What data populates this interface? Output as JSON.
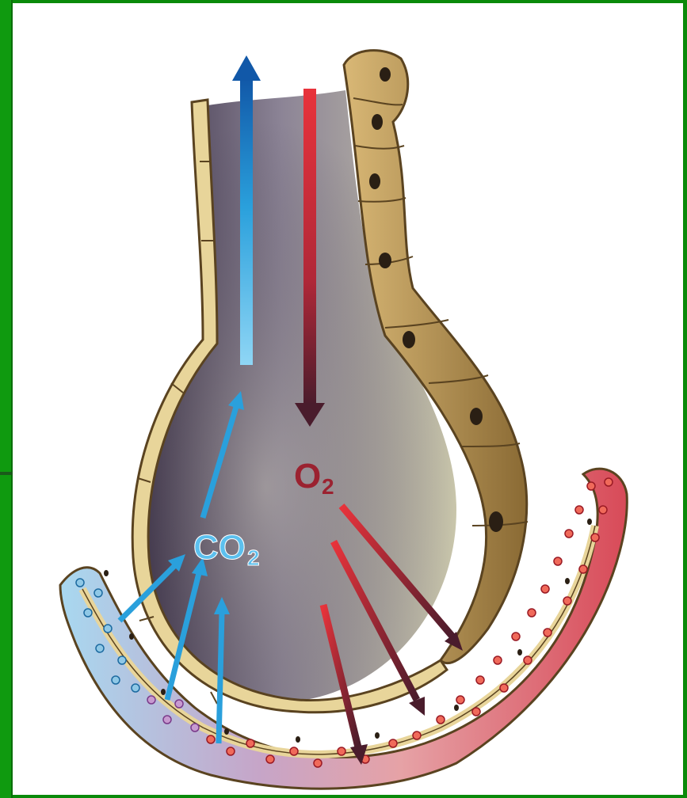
{
  "diagram": {
    "labels": {
      "o2": {
        "main": "O",
        "sub": "2"
      },
      "co2": {
        "main": "CO",
        "sub": "2"
      }
    },
    "colors": {
      "frame_green": "#0a8a0a",
      "oxygen_red": "#d9303a",
      "oxygen_label": "#9b2230",
      "co2_blue": "#2b9fd8",
      "co2_label": "#5cc0ee",
      "cell_wall": "#e8d59a",
      "cell_outline": "#5a4320",
      "nucleus": "#2a1f14",
      "alveolus_interior": "#8a8490",
      "capillary_blood": "#c23a4a",
      "deoxy_blood": "#8fc8e6"
    },
    "icons": [
      "up-arrow-icon",
      "down-arrow-icon",
      "diffusion-arrow-icon",
      "red-blood-cell-icon",
      "cell-nucleus-icon"
    ]
  }
}
